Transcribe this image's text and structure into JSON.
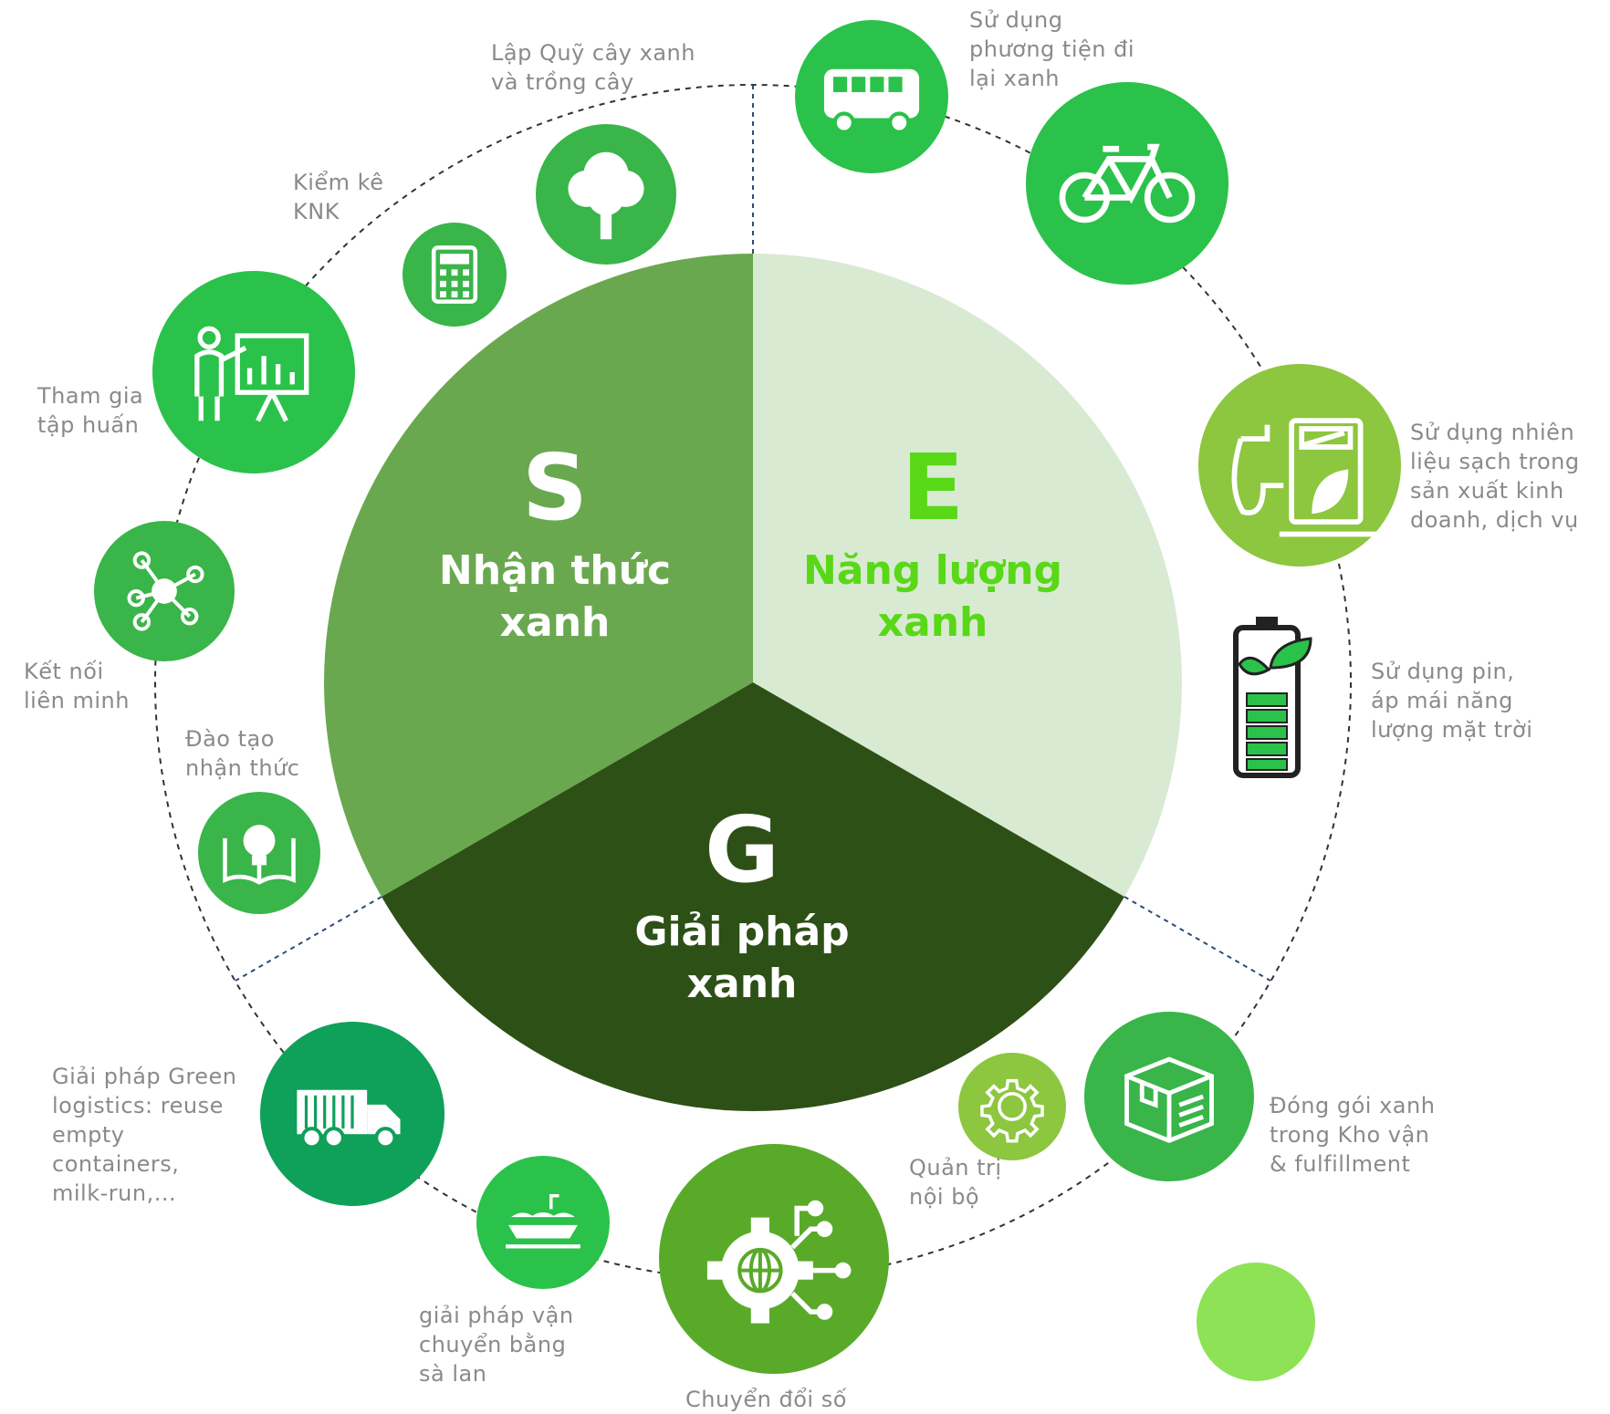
{
  "colors": {
    "s_segment": "#6aa84f",
    "e_segment": "#d9ead3",
    "g_segment": "#2d5016",
    "e_text": "#58d817",
    "bubble_bright": "#2ac24a",
    "bubble_mid": "#39b54a",
    "bubble_lime": "#8dc63f",
    "bubble_teal": "#0fa05a",
    "label_gray": "#8a8a8a"
  },
  "segments": {
    "s": {
      "letter": "S",
      "title": "Nhận thức\nxanh"
    },
    "e": {
      "letter": "E",
      "title": "Năng lượng\nxanh"
    },
    "g": {
      "letter": "G",
      "title": "Giải pháp\nxanh"
    }
  },
  "items": [
    {
      "id": "tree-fund",
      "icon": "tree-icon",
      "label": "Lập Quỹ cây xanh\nvà trồng cây"
    },
    {
      "id": "ghg-inventory",
      "icon": "calculator-icon",
      "label": "Kiểm kê\nKNK"
    },
    {
      "id": "training",
      "icon": "presentation-icon",
      "label": "Tham gia\ntập huấn"
    },
    {
      "id": "alliance",
      "icon": "network-icon",
      "label": "Kết nối\nliên minh"
    },
    {
      "id": "awareness",
      "icon": "book-bulb-icon",
      "label": "Đào tạo\nnhận thức"
    },
    {
      "id": "green-transport",
      "icon": "bus-icon",
      "label": "Sử dụng\nphương tiện đi\nlại xanh"
    },
    {
      "id": "bicycle",
      "icon": "bicycle-icon",
      "label": ""
    },
    {
      "id": "clean-fuel",
      "icon": "green-fuel-pump-icon",
      "label": "Sử dụng nhiên\nliệu sạch trong\nsản xuất kinh\ndoanh, dịch vụ"
    },
    {
      "id": "solar-battery",
      "icon": "eco-battery-icon",
      "label": "Sử dụng pin,\náp mái năng\nlượng mặt trời"
    },
    {
      "id": "green-logistics",
      "icon": "truck-icon",
      "label": "Giải pháp Green\nlogistics: reuse\nempty\ncontainers,\nmilk-run,..."
    },
    {
      "id": "barge",
      "icon": "barge-icon",
      "label": "giải pháp vận\nchuyển bằng\nsà lan"
    },
    {
      "id": "digital",
      "icon": "digital-gear-icon",
      "label": "Chuyển đổi số"
    },
    {
      "id": "governance",
      "icon": "gear-icon",
      "label": "Quản trị\nnội bộ"
    },
    {
      "id": "packaging",
      "icon": "package-icon",
      "label": "Đóng gói xanh\ntrong Kho vận\n& fulfillment"
    },
    {
      "id": "extra",
      "icon": "",
      "label": ""
    }
  ]
}
